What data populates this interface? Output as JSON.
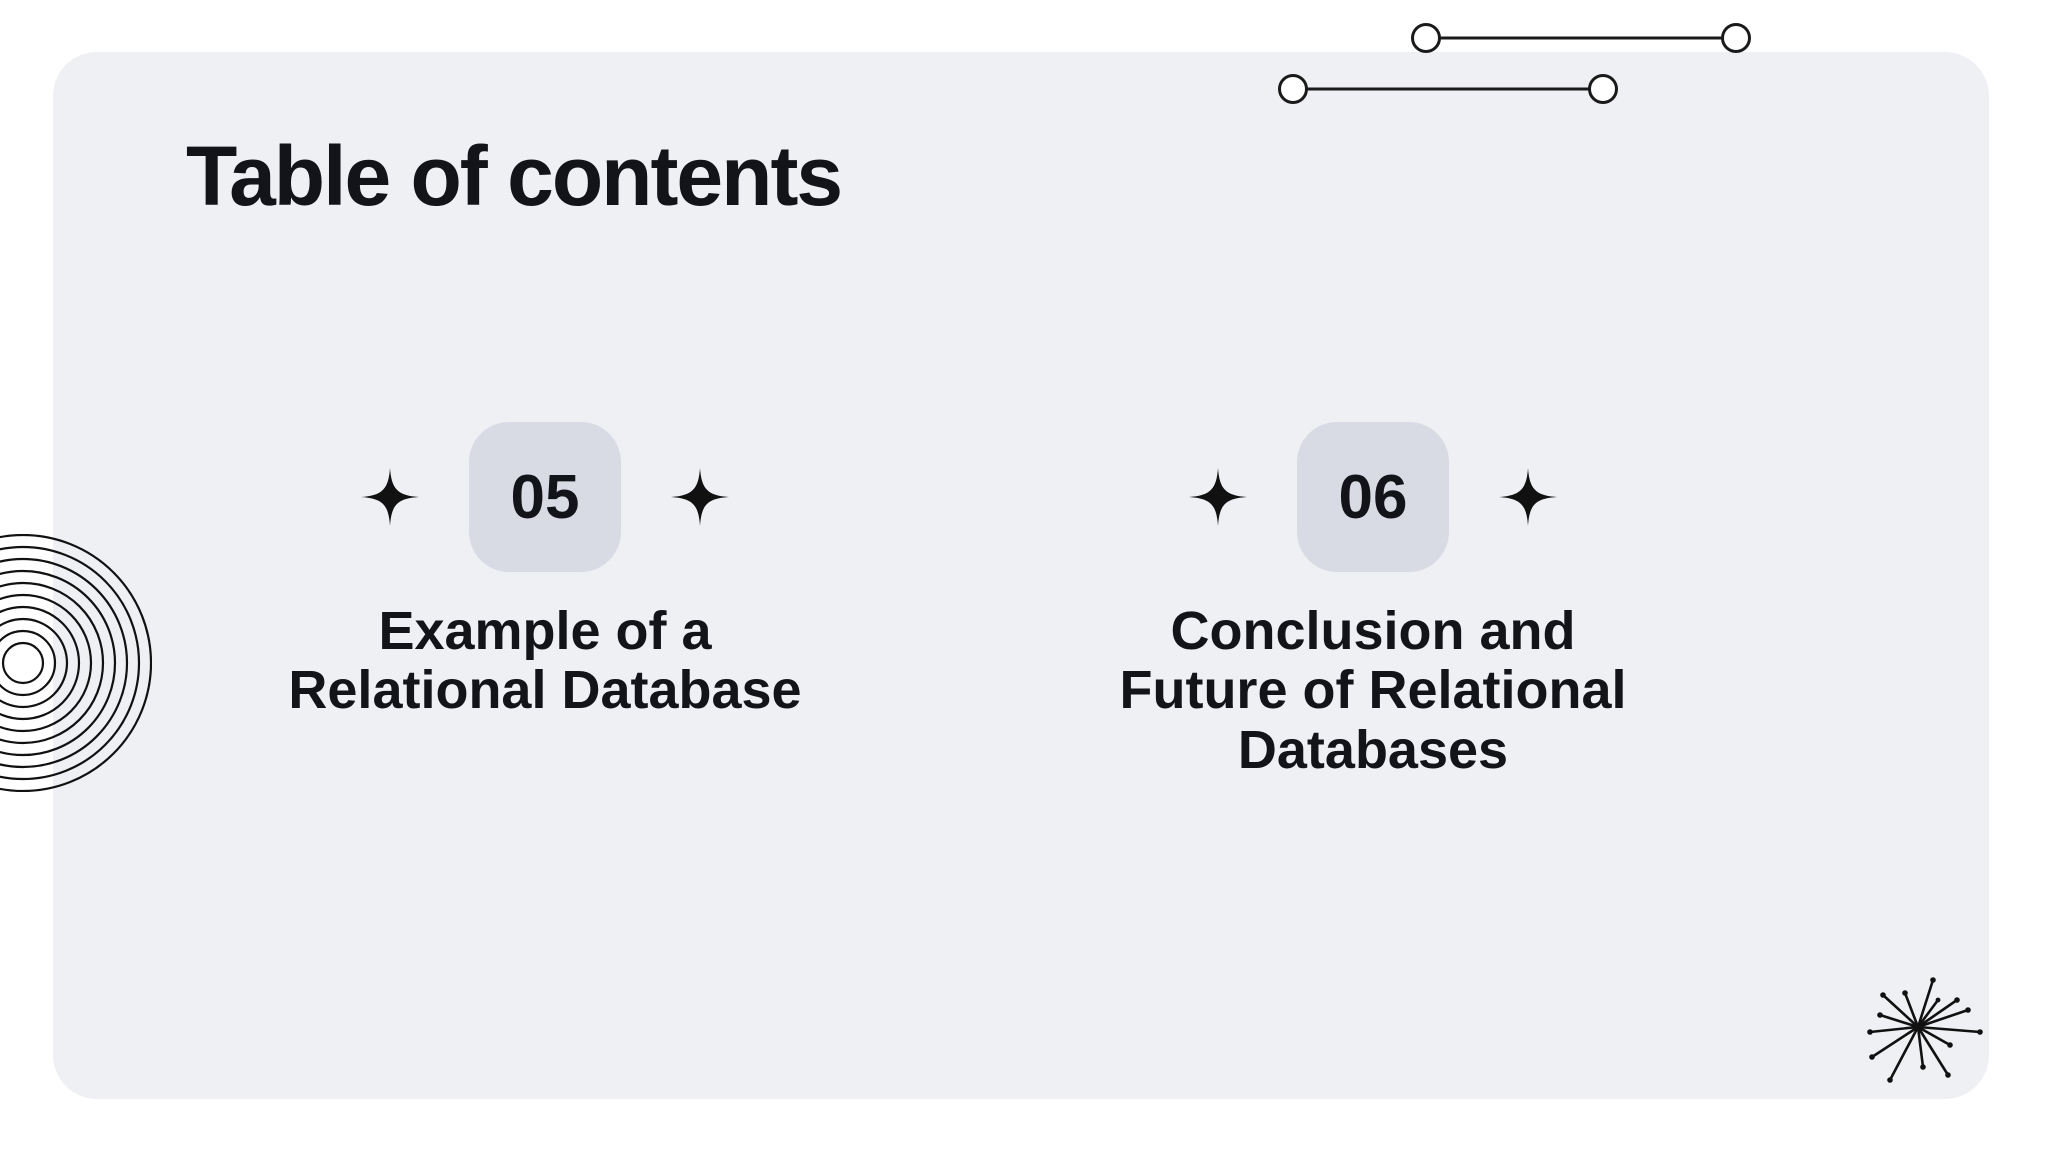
{
  "slide": {
    "title": "Table of contents",
    "items": [
      {
        "number": "05",
        "label": "Example of a\nRelational Database"
      },
      {
        "number": "06",
        "label": "Conclusion and\nFuture of Relational\nDatabases"
      }
    ]
  },
  "colors": {
    "page_bg": "#ffffff",
    "card_bg": "#eff0f4",
    "badge_bg": "#d9dbe4",
    "text": "#131419",
    "line": "#1a1a1a"
  },
  "icons": {
    "sparkle": "four-point-sparkle",
    "connector": "horizontal-line-with-circle-ends",
    "concentric": "concentric-circles",
    "starburst": "radial-line-burst"
  }
}
